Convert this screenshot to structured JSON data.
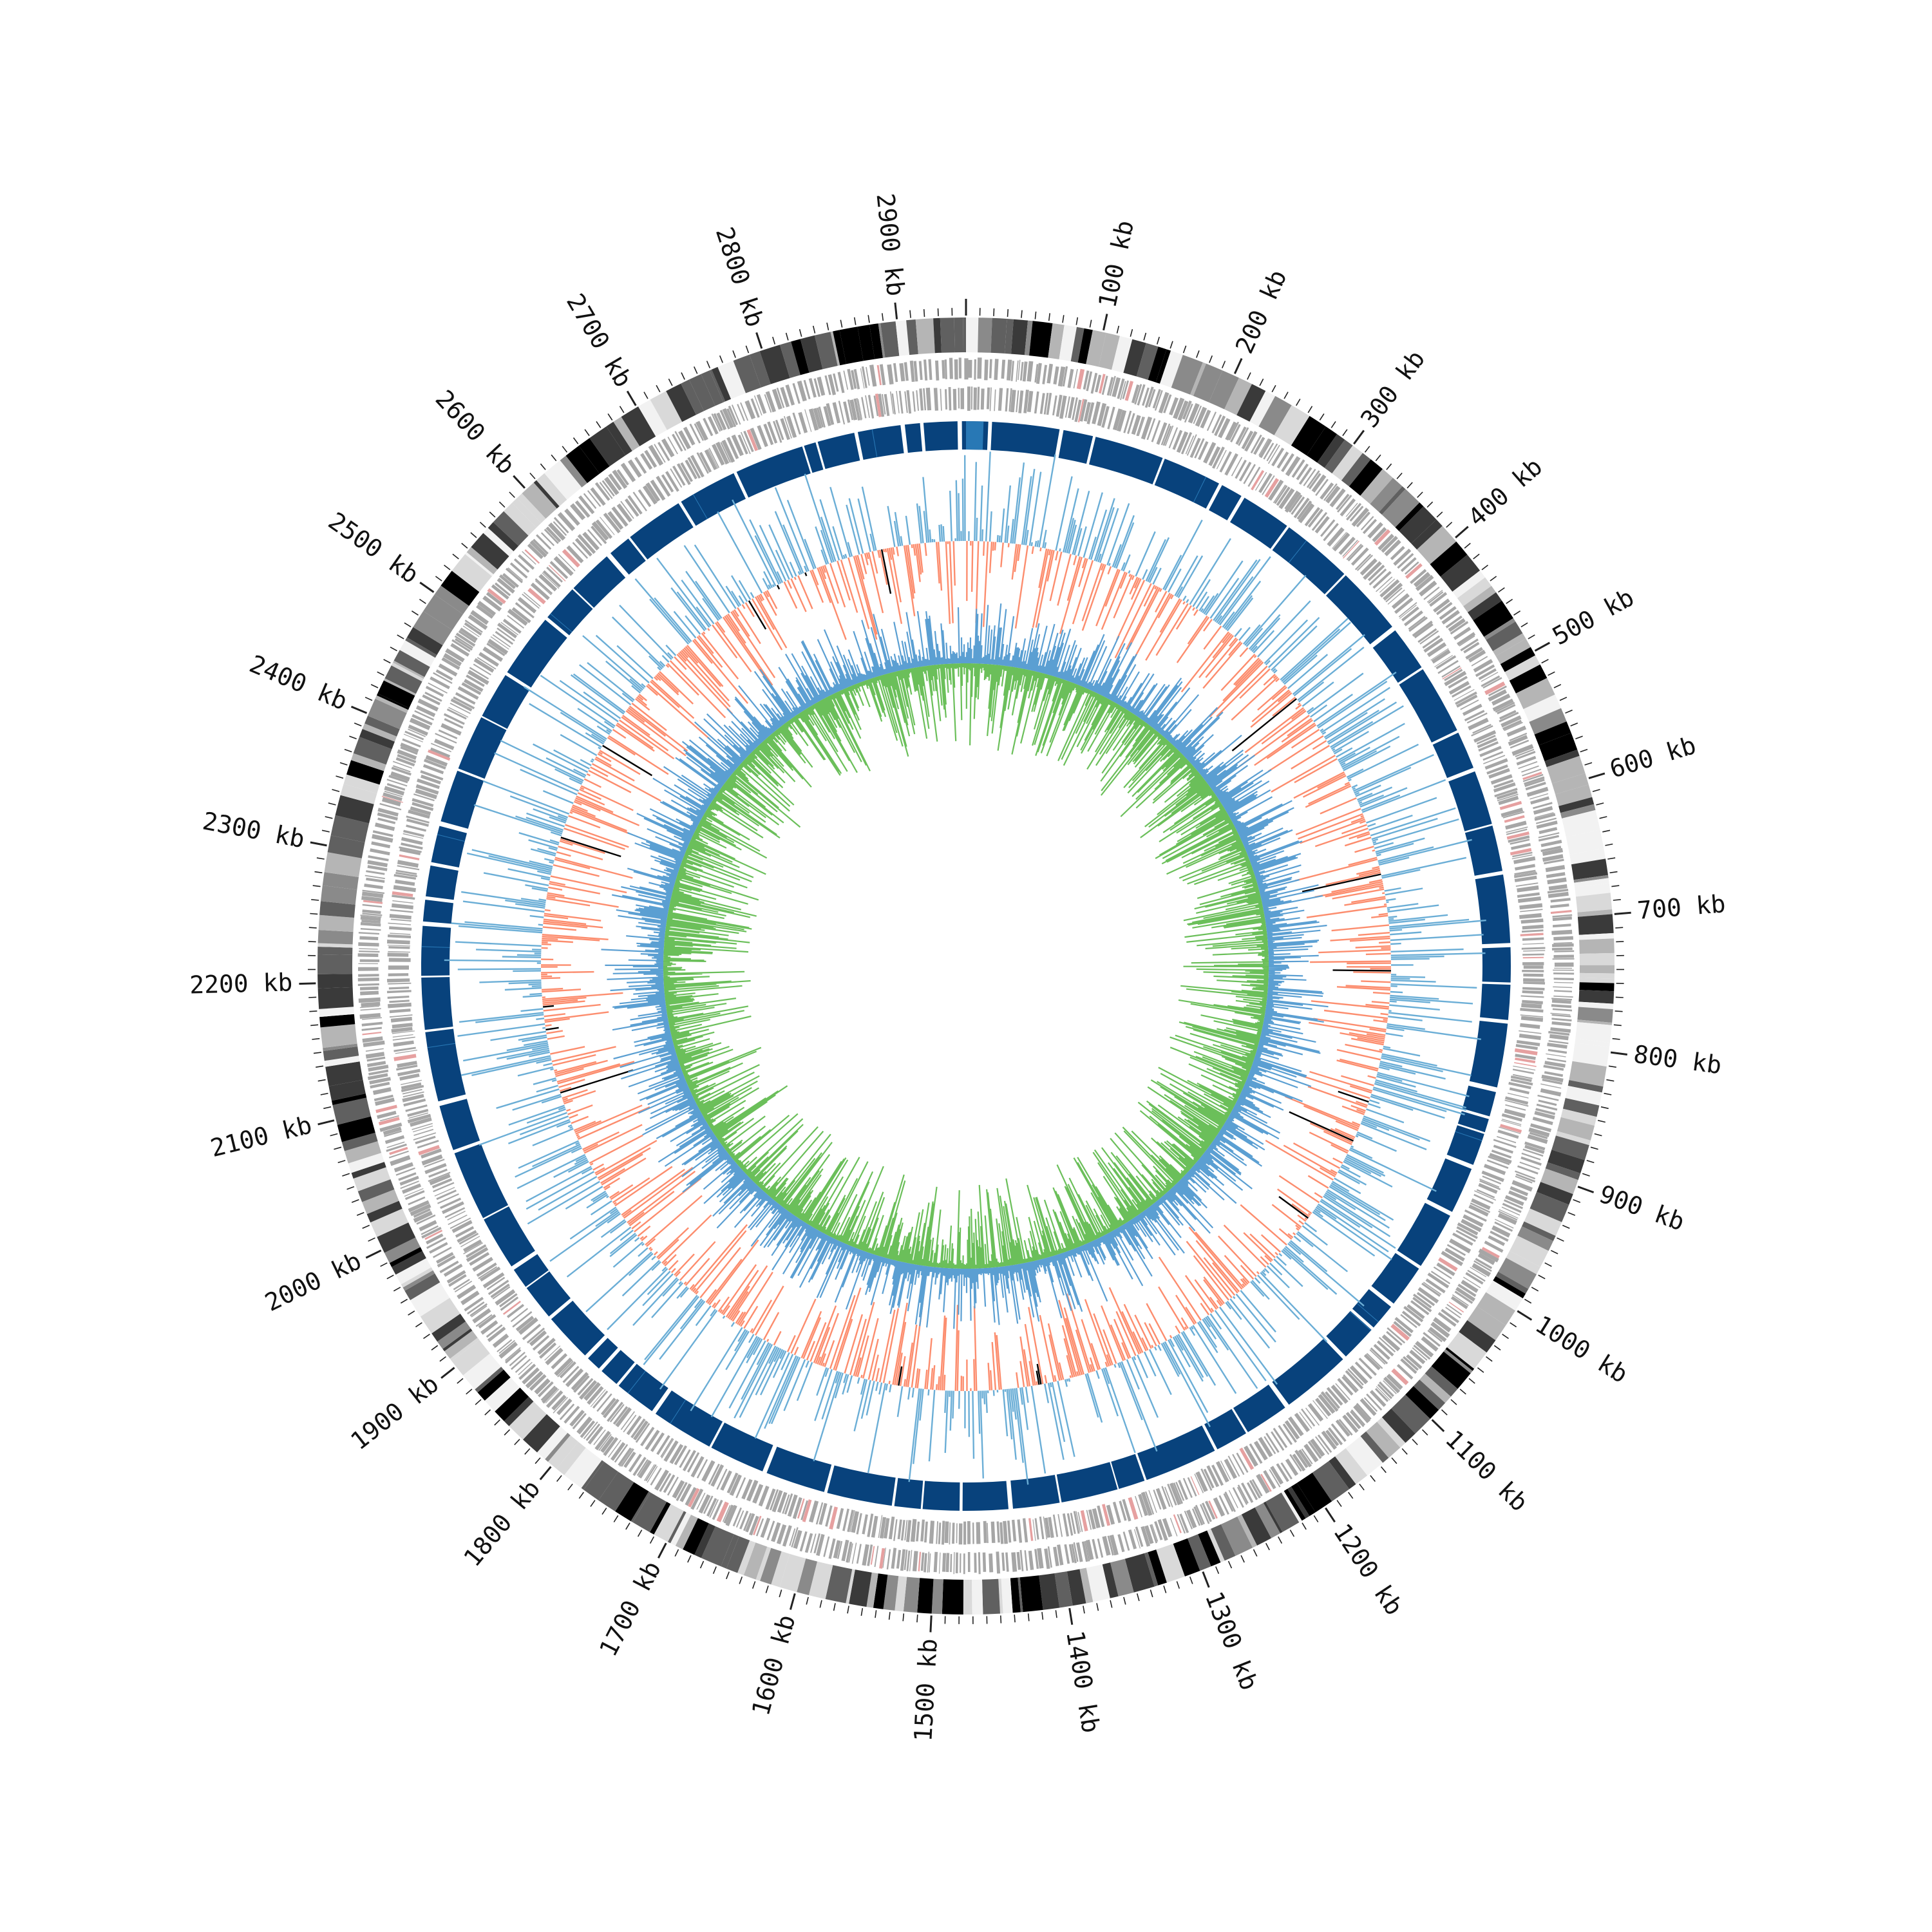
{
  "genome": {
    "length_kb": 2950,
    "start_at_top_kb": 0,
    "direction": "clockwise"
  },
  "axis": {
    "major_tick_interval_kb": 100,
    "minor_tick_interval_kb": 10,
    "labels": [
      "100 kb",
      "200 kb",
      "300 kb",
      "400 kb",
      "500 kb",
      "600 kb",
      "700 kb",
      "800 kb",
      "900 kb",
      "1000 kb",
      "1100 kb",
      "1200 kb",
      "1300 kb",
      "1400 kb",
      "1500 kb",
      "1600 kb",
      "1700 kb",
      "1800 kb",
      "1900 kb",
      "2000 kb",
      "2100 kb",
      "2200 kb",
      "2300 kb",
      "2400 kb",
      "2500 kb",
      "2600 kb",
      "2700 kb",
      "2800 kb",
      "2900 kb"
    ]
  },
  "tracks": [
    {
      "name": "ideogram-bands",
      "type": "bands",
      "palette": [
        "#000000",
        "#3a3a3a",
        "#606060",
        "#8a8a8a",
        "#b5b5b5",
        "#d9d9d9",
        "#f2f2f2"
      ]
    },
    {
      "name": "gene-features",
      "type": "features",
      "color": "#a6a6a6",
      "accent": "#e6a0a0"
    },
    {
      "name": "syntenic-blocks",
      "type": "blocks",
      "color": "#08427c",
      "accent": "#2878b5"
    },
    {
      "name": "gc-skew",
      "type": "skew",
      "positive_color": "#6baed6",
      "negative_color": "#fc8d6e",
      "dark_color": "#000000"
    },
    {
      "name": "gc-content",
      "type": "histogram",
      "outer_color": "#5b9fd2",
      "inner_color": "#6bbf5a"
    }
  ],
  "colors": {
    "background": "#ffffff",
    "axis": "#222222"
  }
}
